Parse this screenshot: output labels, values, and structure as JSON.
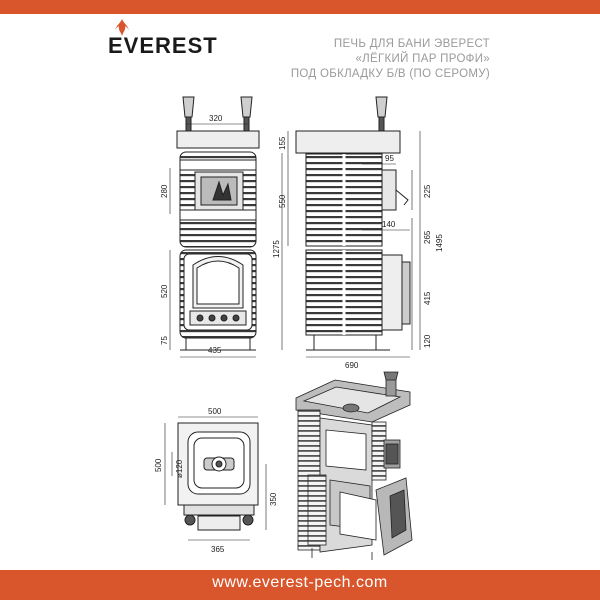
{
  "brand": {
    "logo_text": "EVEREST",
    "accent_color": "#d9552b",
    "logo_icon": "flame-icon"
  },
  "title": {
    "line1": "ПЕЧЬ ДЛЯ БАНИ ЭВЕРЕСТ",
    "line2": "«ЛЁГКИЙ ПАР ПРОФИ»",
    "line3": "ПОД ОБКЛАДКУ Б/В (ПО СЕРОМУ)"
  },
  "dimensions": {
    "front_view": {
      "top_width": "320",
      "h280": "280",
      "h520": "520",
      "h75": "75",
      "base_width": "435"
    },
    "side_view": {
      "h155": "155",
      "d95": "95",
      "h550": "550",
      "h225": "225",
      "d140": "140",
      "h1275": "1275",
      "h265": "265",
      "h1495": "1495",
      "h415": "415",
      "h120": "120",
      "depth": "690"
    },
    "top_view": {
      "width": "500",
      "depth": "500",
      "flue": "ø120",
      "h350": "350",
      "w365": "365"
    }
  },
  "footer": {
    "website": "www.everest-pech.com"
  }
}
